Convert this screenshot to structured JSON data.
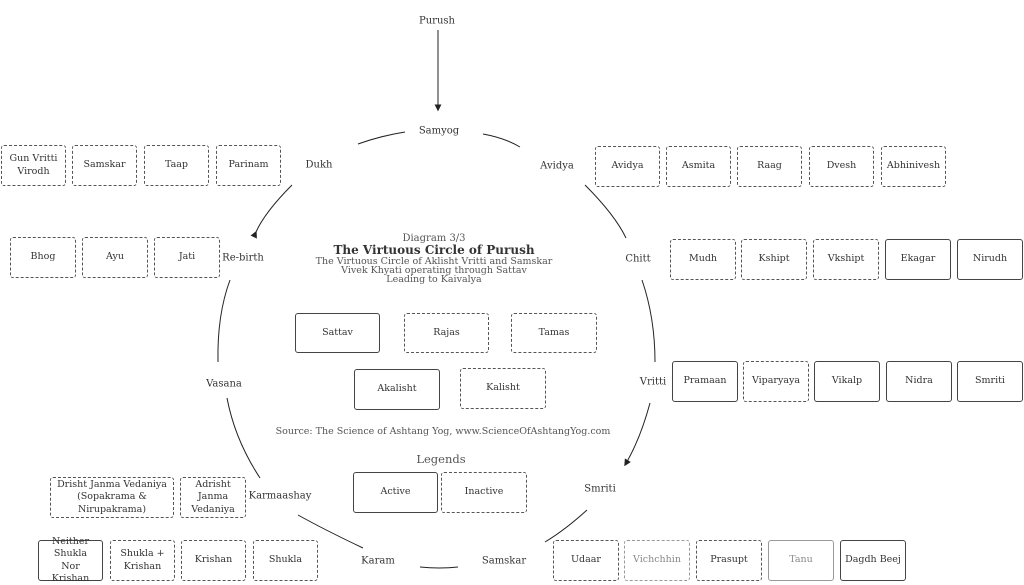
{
  "nodes": {
    "purush": "Purush",
    "samyog": "Samyog",
    "avidya": "Avidya",
    "chitt": "Chitt",
    "vritti": "Vritti",
    "smriti": "Smriti",
    "samskar": "Samskar",
    "karam": "Karam",
    "karmaashay": "Karmaashay",
    "vasana": "Vasana",
    "rebirth": "Re-birth",
    "dukh": "Dukh"
  },
  "groups": {
    "dukh": [
      "Gun Vritti\nVirodh",
      "Samskar",
      "Taap",
      "Parinam"
    ],
    "avidya": [
      "Avidya",
      "Asmita",
      "Raag",
      "Dvesh",
      "Abhinivesh"
    ],
    "chitt": [
      "Mudh",
      "Kshipt",
      "Vkshipt",
      "Ekagar",
      "Nirudh"
    ],
    "vritti": [
      "Pramaan",
      "Viparyaya",
      "Vikalp",
      "Nidra",
      "Smriti"
    ],
    "rebirth": [
      "Bhog",
      "Ayu",
      "Jati"
    ],
    "karmaashay": [
      "Drisht Janma Vedaniya\n(Sopakrama & Nirupakrama)",
      "Adrisht Janma\nVedaniya"
    ],
    "karam": [
      "Neither Shukla\nNor Krishan",
      "Shukla +\nKrishan",
      "Krishan",
      "Shukla"
    ],
    "samskar": [
      "Udaar",
      "Vichchhin",
      "Prasupt",
      "Tanu",
      "Dagdh Beej"
    ]
  },
  "gunas": [
    "Sattav",
    "Rajas",
    "Tamas"
  ],
  "klishta": [
    "Akalisht",
    "Kalisht"
  ],
  "center": {
    "diagram_no": "Diagram 3/3",
    "title": "The Virtuous Circle of Purush",
    "line1": "The Virtuous Circle of Aklisht Vritti and Samskar",
    "line2": "Vivek Khyati operating through Sattav",
    "line3": "Leading to Kaivalya"
  },
  "source": "Source: The Science of Ashtang Yog, www.ScienceOfAshtangYog.com",
  "legend": {
    "title": "Legends",
    "active": "Active",
    "inactive": "Inactive"
  }
}
